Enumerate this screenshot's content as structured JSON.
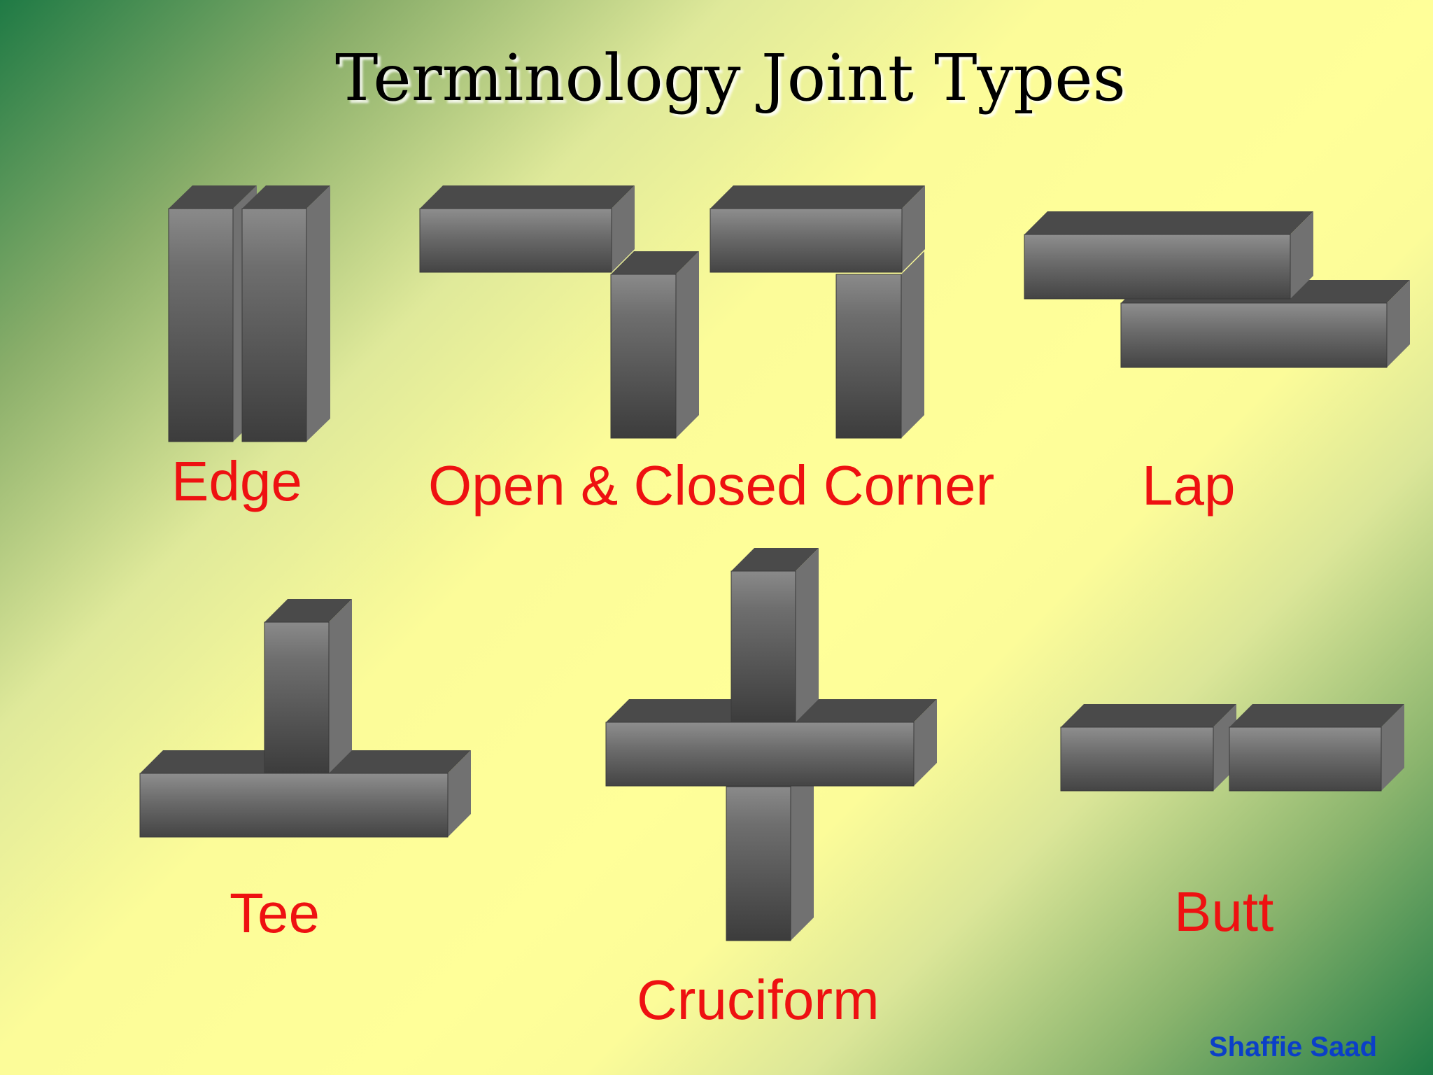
{
  "title": "Terminology Joint Types",
  "joints": {
    "edge": "Edge",
    "corner": "Open & Closed Corner",
    "lap": "Lap",
    "tee": "Tee",
    "cruciform": "Cruciform",
    "butt": "Butt"
  },
  "author": "Shaffie Saad",
  "colors": {
    "label": "#ee1111",
    "author": "#0b3fc8",
    "block_front": "#5a5a5a",
    "block_top": "#4a4a4a",
    "block_side": "#6e6e6e"
  }
}
